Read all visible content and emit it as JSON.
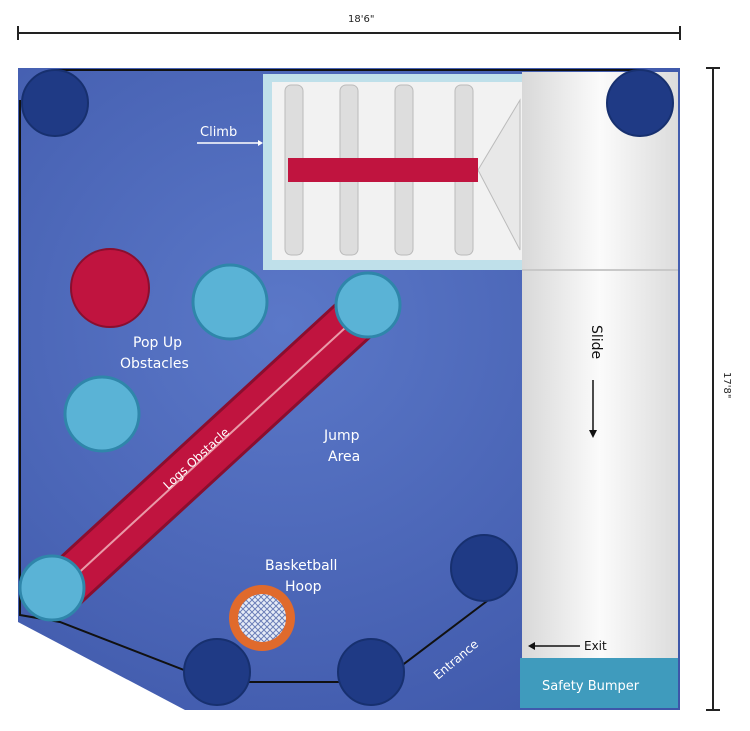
{
  "dimensions": {
    "width": "18'6\"",
    "height": "17'8\""
  },
  "labels": {
    "climb": "Climb",
    "pop_up_1": "Pop Up",
    "pop_up_2": "Obstacles",
    "logs": "Logs Obstacle",
    "jump_1": "Jump",
    "jump_2": "Area",
    "basketball_1": "Basketball",
    "basketball_2": "Hoop",
    "entrance": "Entrance",
    "slide": "Slide",
    "exit": "Exit",
    "safety_bumper": "Safety Bumper"
  },
  "colors": {
    "floor": "#4a65b8",
    "dark_post": "#1f3a85",
    "light_post": "#5ab3d6",
    "red": "#c0143f",
    "bumper": "#3f9bbd"
  }
}
